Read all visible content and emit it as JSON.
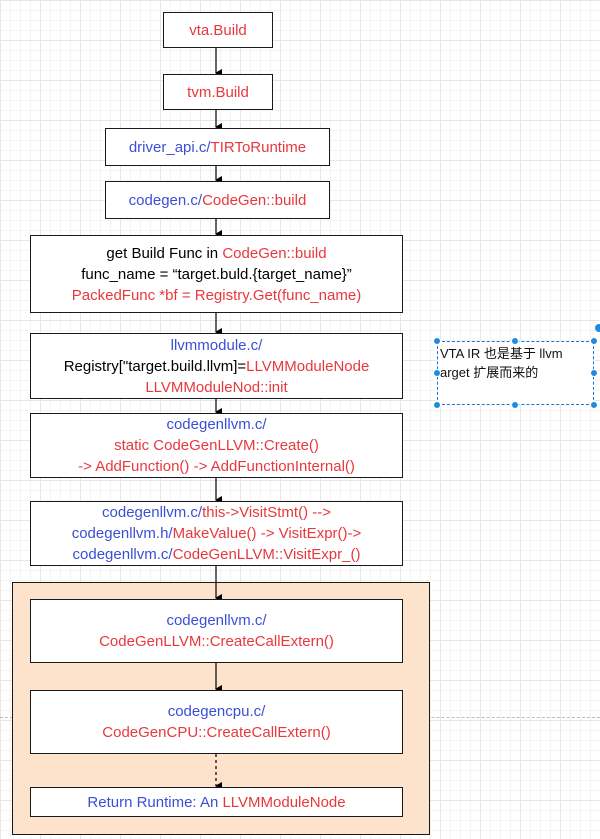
{
  "diagram": {
    "nodes": [
      {
        "id": "vta-build",
        "lines": [
          [
            {
              "t": "vta.Build",
              "c": "r"
            }
          ]
        ]
      },
      {
        "id": "tvm-build",
        "lines": [
          [
            {
              "t": "tvm.Build",
              "c": "r"
            }
          ]
        ]
      },
      {
        "id": "driver-api",
        "lines": [
          [
            {
              "t": "driver_api.c/",
              "c": "b"
            },
            {
              "t": "TIRToRuntime",
              "c": "r"
            }
          ]
        ]
      },
      {
        "id": "codegen-build",
        "lines": [
          [
            {
              "t": "codegen.c/",
              "c": "b"
            },
            {
              "t": "CodeGen::build",
              "c": "r"
            }
          ]
        ]
      },
      {
        "id": "get-build-func",
        "lines": [
          [
            {
              "t": "get Build Func in ",
              "c": "k"
            },
            {
              "t": "CodeGen::build",
              "c": "r"
            }
          ],
          [
            {
              "t": "func_name = “target.buld.{target_name}”",
              "c": "k"
            }
          ],
          [
            {
              "t": "PackedFunc *bf = Registry.Get(func_name)",
              "c": "r"
            }
          ]
        ]
      },
      {
        "id": "llvmmodule",
        "lines": [
          [
            {
              "t": "llvmmodule.c/",
              "c": "b"
            }
          ],
          [
            {
              "t": "Registry[\"target.build.llvm]=",
              "c": "k"
            },
            {
              "t": "LLVMModuleNode",
              "c": "r"
            }
          ],
          [
            {
              "t": "LLVMModuleNod::init",
              "c": "r"
            }
          ]
        ]
      },
      {
        "id": "codegenllvm-create",
        "lines": [
          [
            {
              "t": "codegenllvm.c/",
              "c": "b"
            }
          ],
          [
            {
              "t": "static CodeGenLLVM::Create()",
              "c": "r"
            }
          ],
          [
            {
              "t": "->  AddFunction() -> AddFunctionInternal()",
              "c": "r"
            }
          ]
        ]
      },
      {
        "id": "visit-chain",
        "lines": [
          [
            {
              "t": "codegenllvm.c/",
              "c": "b"
            },
            {
              "t": "this->VisitStmt() -->",
              "c": "r"
            }
          ],
          [
            {
              "t": "codegenllvm.h/",
              "c": "b"
            },
            {
              "t": "MakeValue() -> VisitExpr()->",
              "c": "r"
            }
          ],
          [
            {
              "t": "codegenllvm.c/",
              "c": "b"
            },
            {
              "t": "CodeGenLLVM::VisitExpr_()",
              "c": "r"
            }
          ]
        ]
      },
      {
        "id": "create-call-extern-llvm",
        "lines": [
          [
            {
              "t": "codegenllvm.c/",
              "c": "b"
            }
          ],
          [
            {
              "t": "CodeGenLLVM::CreateCallExtern()",
              "c": "r"
            }
          ]
        ]
      },
      {
        "id": "create-call-extern-cpu",
        "lines": [
          [
            {
              "t": "codegencpu.c/",
              "c": "b"
            }
          ],
          [
            {
              "t": "CodeGenCPU::CreateCallExtern()",
              "c": "r"
            }
          ]
        ]
      },
      {
        "id": "return-runtime",
        "lines": [
          [
            {
              "t": "Return Runtime: An ",
              "c": "b"
            },
            {
              "t": "LLVMModuleNode",
              "c": "r"
            }
          ]
        ]
      }
    ],
    "edges": [
      {
        "from": "vta-build",
        "to": "tvm-build",
        "style": "solid"
      },
      {
        "from": "tvm-build",
        "to": "driver-api",
        "style": "solid"
      },
      {
        "from": "driver-api",
        "to": "codegen-build",
        "style": "solid"
      },
      {
        "from": "codegen-build",
        "to": "get-build-func",
        "style": "solid"
      },
      {
        "from": "get-build-func",
        "to": "llvmmodule",
        "style": "solid"
      },
      {
        "from": "llvmmodule",
        "to": "codegenllvm-create",
        "style": "solid"
      },
      {
        "from": "codegenllvm-create",
        "to": "visit-chain",
        "style": "solid"
      },
      {
        "from": "visit-chain",
        "to": "create-call-extern-llvm",
        "style": "solid"
      },
      {
        "from": "create-call-extern-llvm",
        "to": "create-call-extern-cpu",
        "style": "solid"
      },
      {
        "from": "create-call-extern-cpu",
        "to": "return-runtime",
        "style": "dashed"
      }
    ],
    "note": {
      "lines": [
        "VTA IR 也是基于 llvm",
        "arget 扩展而来的"
      ]
    },
    "colors": {
      "red": "#e8383d",
      "blue": "#3a4fd8",
      "black": "#000000",
      "group_fill": "#fde2cc",
      "selection": "#1f8be0"
    }
  }
}
